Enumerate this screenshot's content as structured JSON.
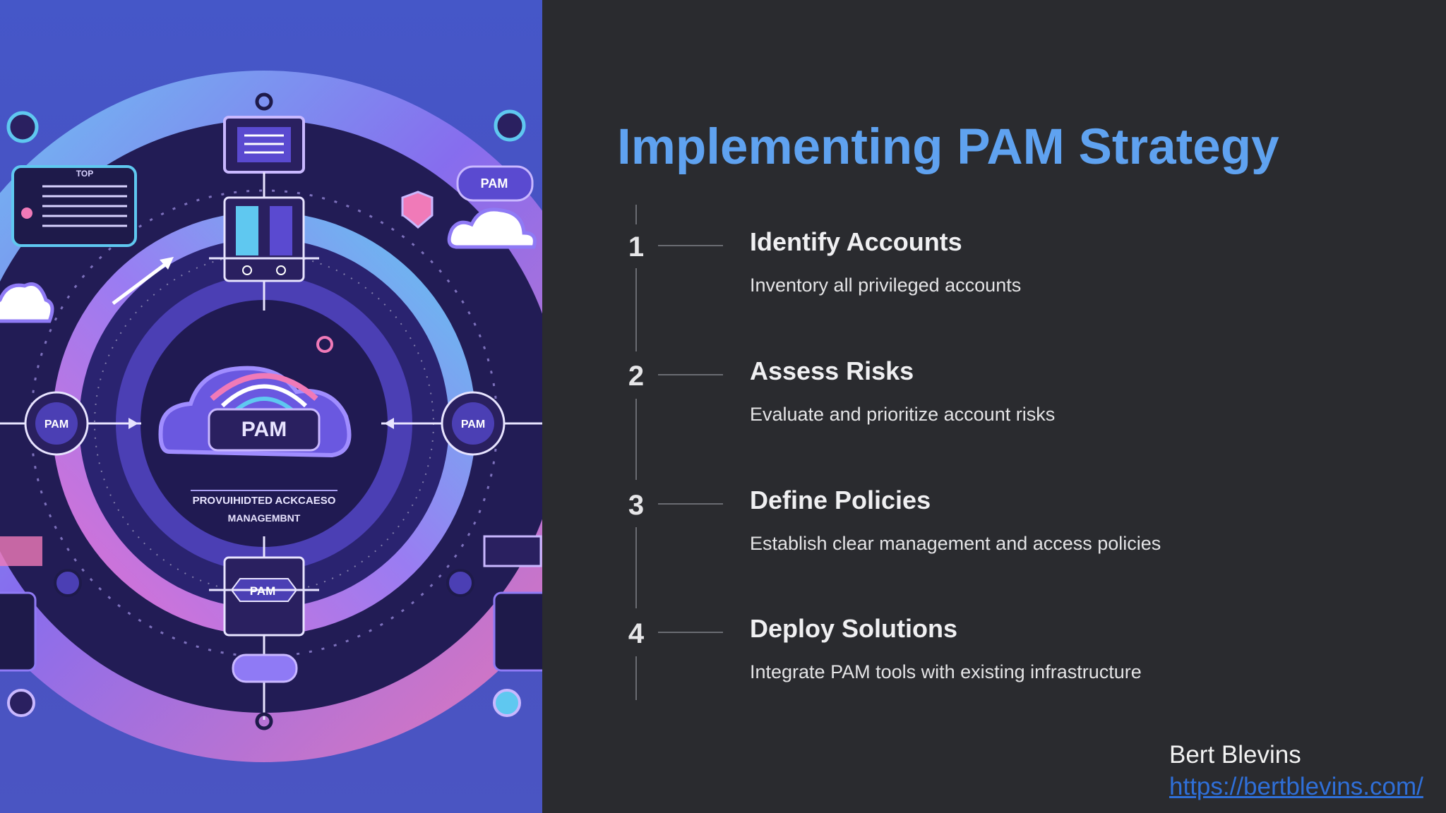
{
  "slide": {
    "title": "Implementing PAM Strategy"
  },
  "illustration": {
    "center_label": "PAM",
    "badge_top_right": "PAM",
    "badge_left": "PAM",
    "badge_right": "PAM",
    "badge_bottom": "PAM",
    "caption_line1": "PROVUIHIDTED ACKCAESO",
    "caption_line2": "MANAGEMBNT",
    "top_left_tag": "TOP",
    "colors": {
      "background": "#4a55c2",
      "ring_outer": "#8a6ef0",
      "ring_pink": "#f07ab8",
      "ring_cyan": "#5fc8f0",
      "dark": "#1e1a4a"
    }
  },
  "steps": [
    {
      "number": "1",
      "title": "Identify Accounts",
      "description": "Inventory all privileged accounts"
    },
    {
      "number": "2",
      "title": "Assess Risks",
      "description": "Evaluate and prioritize account risks"
    },
    {
      "number": "3",
      "title": "Define Policies",
      "description": "Establish clear management and access policies"
    },
    {
      "number": "4",
      "title": "Deploy Solutions",
      "description": "Integrate PAM tools with existing infrastructure"
    }
  ],
  "footer": {
    "author": "Bert Blevins",
    "link": "https://bertblevins.com/"
  },
  "colors": {
    "page_background": "#2a2b2f",
    "title": "#5fa2f0",
    "link": "#2f6fd8"
  }
}
